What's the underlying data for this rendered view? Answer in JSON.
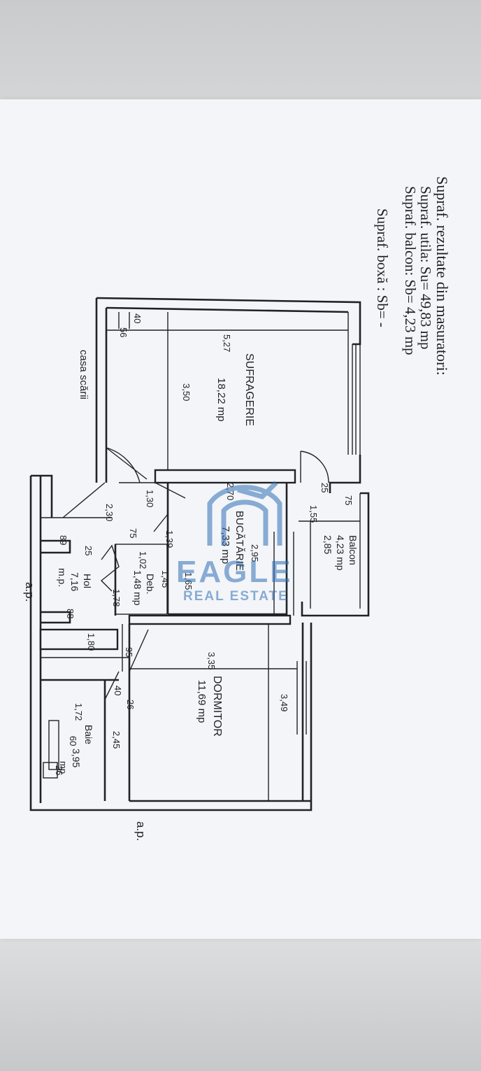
{
  "header": {
    "line1": "Supraf. rezultate din masuratori:",
    "line2": "Supraf. utila: Su= 49,83 mp",
    "line3": "Supraf. balcon: Sb= 4,23 mp",
    "line4": "Supraf. boxă : Sb= -"
  },
  "rooms": {
    "sufragerie": {
      "name": "SUFRAGERIE",
      "area": "18,22 mp"
    },
    "bucatarie": {
      "name": "BUCĂTĂRIE",
      "area": "7,33 mp"
    },
    "dormitor": {
      "name": "DORMITOR",
      "area": "11,69 mp"
    },
    "balcon": {
      "name": "Balcon",
      "area": "4,23 mp",
      "dim": "2,85"
    },
    "hol": {
      "name": "Hol",
      "area": "7,16",
      "unit": "m.p."
    },
    "debara": {
      "name": "Deb.",
      "area": "1,48 mp"
    },
    "baie": {
      "name": "Baie",
      "area": "3,95",
      "unit": "mp"
    }
  },
  "dimensions": {
    "d40a": "40",
    "d56": "56",
    "d527": "5,27",
    "d350": "3,50",
    "d25a": "25",
    "d75a": "75",
    "d155": "1,55",
    "d270": "2,70",
    "d130": "1,30",
    "d230": "2,30",
    "d75b": "75",
    "d139": "1,39",
    "d295": "2,95",
    "d102": "1,02",
    "d145": "1,45",
    "d165": "1,65",
    "d89": "89",
    "d25b": "25",
    "d178": "1,78",
    "d88": "88",
    "d180": "1,80",
    "d95": "95",
    "d335": "3,35",
    "d349": "3,49",
    "d40b": "40",
    "d26": "26",
    "d172": "1,72",
    "d245": "2,45",
    "d60": "60",
    "d26b": "26"
  },
  "labels": {
    "casa_scarii": "casa scării",
    "ap_top": "a.p.",
    "ap_bottom": "a.p."
  },
  "watermark": {
    "brand": "EAGLE",
    "sub": "REAL ESTATE"
  }
}
